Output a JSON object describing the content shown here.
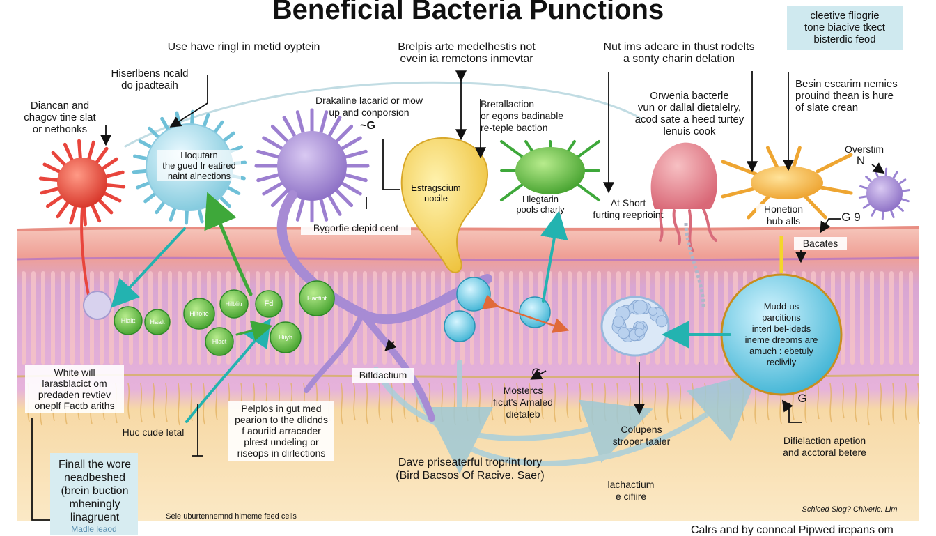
{
  "title": "Beneficial Bacteria Punctions",
  "corner_box": "cleetive fliogrie\ntone biacive tkect\nbisterdic feod",
  "labels": {
    "top1": "Use have ringl in metid oyptein",
    "top2": "Brelpis arte medelhestis not\nevein ia remctons inmevtar",
    "top3": "Nut ims adeare in thust rodelts\na sonty charin delation",
    "left1": "Hiserlbens ncald\ndo jpadteaih",
    "left2": "Diancan and\nchagcv tine slat\nor nethonks",
    "mid1": "Drakaline lacarid or mow\nup and conporsion",
    "g1": "~G",
    "mid2": "Bretallaction\nor egons badinable\nre-teple baction",
    "right1": "Orwenia bacterle\nvun or dallal dietalelry,\nacod sate a heed turtey\nlenuis cook",
    "right2": "Besin escarim nemies\nprouind thean is hure\nof slate crean",
    "oversi": "Overstim",
    "n": "N",
    "cell_blue": "Hoqutarn\nthe gued Ir eatired\nnaint alnections",
    "cell_yellow": "Estragscium\nnocile",
    "cell_green": "Hlegtarin\npools charly",
    "at_short": "At Short\nfurting reeprioint",
    "honetion": "Honetion\nhub alls",
    "g2": "G 9",
    "bacates": "Bacates",
    "bygorfie": "Bygorfie clepid cent",
    "bifidactium": "Bifldactium",
    "white_box": "White will\nlarasblacict om\npredaden revtiev\noneplf Factb ariths",
    "huc": "Huc cude letal",
    "pelplos": "Pelplos in gut med\npearion to the dlidnds\nf aouriid arracader\nplrest undeling or\nriseops in dirlections",
    "g3": "G",
    "mostecs": "Mostercs\nficut's Amaled\ndietaleb",
    "colupens": "Colupens\nstroper taaler",
    "g4": "G",
    "difie": "Difielaction apetion\nand acctoral betere",
    "dave": "Dave priseaterful troprint fory\n(Bird Bacsos Of Racive. Saer)",
    "lachactium": "lachactium\ne cifiire",
    "blue_circle": "Mudd-us\nparcitions\ninterl bel-ideds\nineme dreoms are\namuch : ebetuly\nreclivily",
    "finall": "Finall the wore\nneadbeshed\n(brein buction\nmheningly\nlinagruent",
    "finall_sub": "Madle leaod",
    "bottom_small": "Sele uburtennemnd himeme feed cells",
    "credit": "Schiced Slog? Chiveric. Lim",
    "bottom_right": "Calrs and by conneal Pipwed irepans om"
  },
  "small_cells": [
    "Hiaitt",
    "Haalt",
    "Hiltoite",
    "Hilblitr",
    "Fd",
    "Hactint",
    "Hlact",
    "Hiiyh"
  ],
  "colors": {
    "lumen_bg": "#ffffff",
    "mucus_top": "#f2b8ae",
    "epithelium": "#d8a7cf",
    "submucosa": "#f8deaa",
    "red_microbe": "#e8453c",
    "blue_microbe": "#a9dcea",
    "purple_microbe": "#a78bd4",
    "yellow_microbe": "#f5d65a",
    "green_microbe": "#6cc24a",
    "pink_microbe": "#e88c98",
    "orange_microbe": "#f2b33d",
    "arrow_teal": "#23b3b0",
    "arrow_green": "#3ea83a"
  }
}
